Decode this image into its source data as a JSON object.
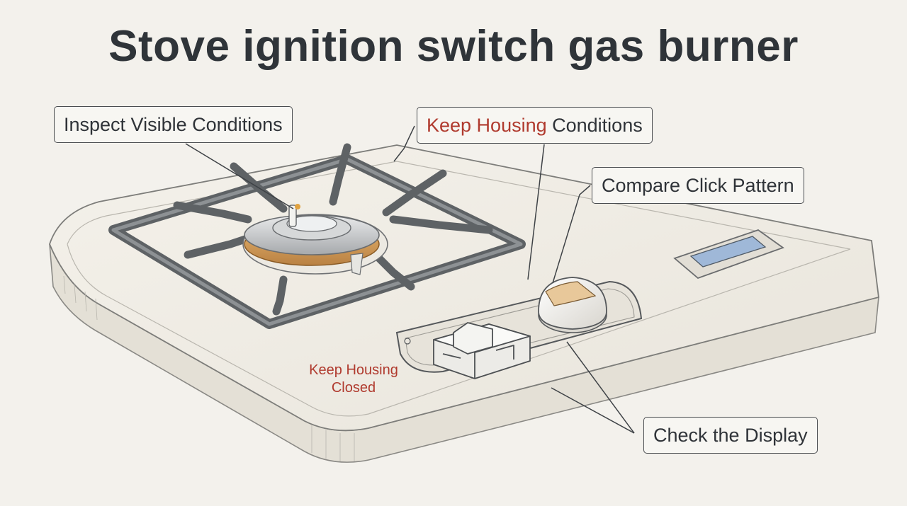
{
  "title": "Stove ignition switch gas burner",
  "callouts": {
    "inspect": "Inspect Visible Conditions",
    "keep_housing_red": "Keep Housing",
    "keep_housing_rest": " Conditions",
    "compare": "Compare Click Pattern",
    "check_display": "Check the Display"
  },
  "note": {
    "line1": "Keep Housing",
    "line2": "Closed"
  },
  "colors": {
    "background": "#f3f1ec",
    "text": "#2f3439",
    "accent_red": "#b03a2e",
    "burner_ring": "#d9a35a",
    "display_screen": "#9fb8d8",
    "grate": "#5e6265"
  },
  "icons": [
    "gas-burner-icon",
    "burner-grate-icon",
    "ignition-switch-icon",
    "control-knob-icon",
    "display-panel-icon"
  ]
}
